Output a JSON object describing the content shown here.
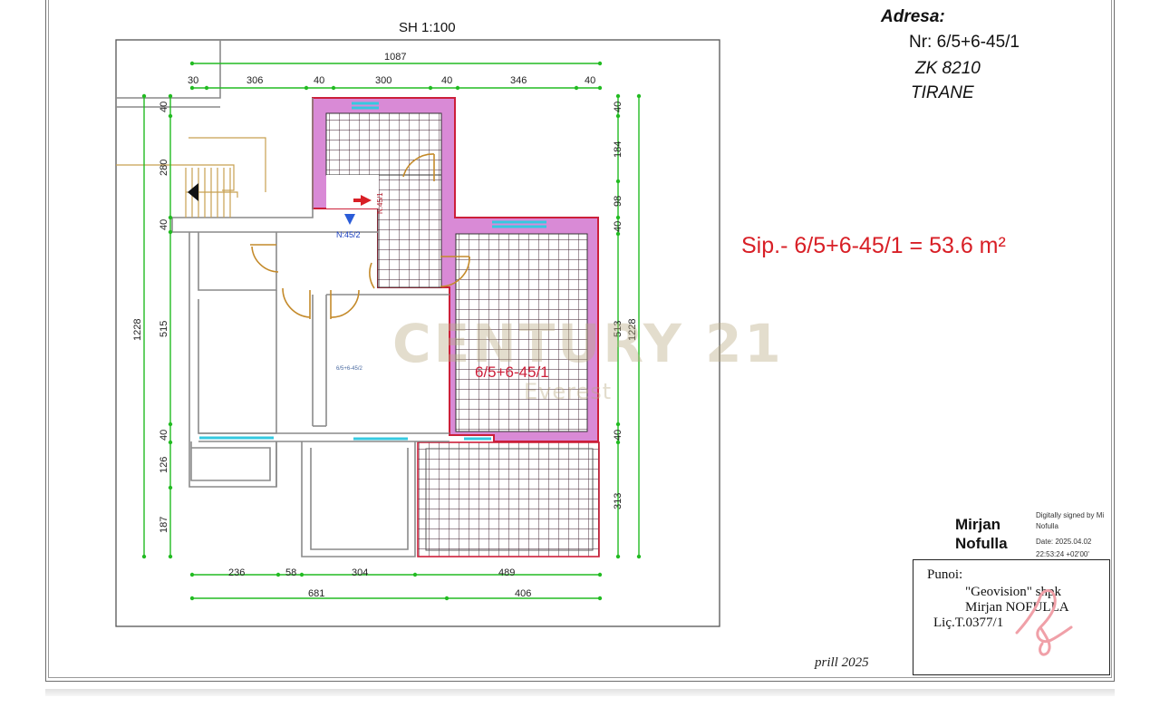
{
  "drawing": {
    "scale": "SH 1:100",
    "address": {
      "title": "Adresa:",
      "nr": "Nr: 6/5+6-45/1",
      "zk": "ZK 8210",
      "city": "TIRANE"
    },
    "area_label": "Sip.- 6/5+6-45/1 = 53.6 m²",
    "unit_label": "6/5+6-45/1",
    "room_label_small": "6/5+6-45/2",
    "n_label": "N:45/2",
    "wall_label": "N:45/1",
    "dims_top": [
      "1087",
      "30",
      "306",
      "40",
      "300",
      "40",
      "346",
      "40"
    ],
    "dims_left": [
      "40",
      "280",
      "40",
      "515",
      "40",
      "126",
      "187",
      "1228"
    ],
    "dims_right": [
      "40",
      "184",
      "98",
      "40",
      "513",
      "40",
      "313",
      "1228"
    ],
    "dims_bottom": [
      "236",
      "58",
      "304",
      "489",
      "681",
      "406"
    ],
    "date": "prill 2025",
    "colors": {
      "unit_fill": "#d98ad6",
      "unit_outline": "#cc1f3a",
      "dimension_lines": "#22bb22",
      "area_text": "#d81f26",
      "door_arcs": "#c48a2a",
      "windows": "#35c9e0"
    }
  },
  "signature": {
    "name": "Mirjan Nofulla",
    "line1": "Digitally signed by Mi",
    "line2": "Nofulla",
    "line3": "Date: 2025.04.02",
    "line4": "22:53:24 +02'00'"
  },
  "stamp": {
    "punoi": "Punoi:",
    "company": "\"Geovision\" shpk",
    "person": "Mirjan NOFULLA",
    "license": "Liç.T.0377/1"
  },
  "watermark": {
    "brand": "CENTURY 21",
    "sub": "Everest"
  }
}
